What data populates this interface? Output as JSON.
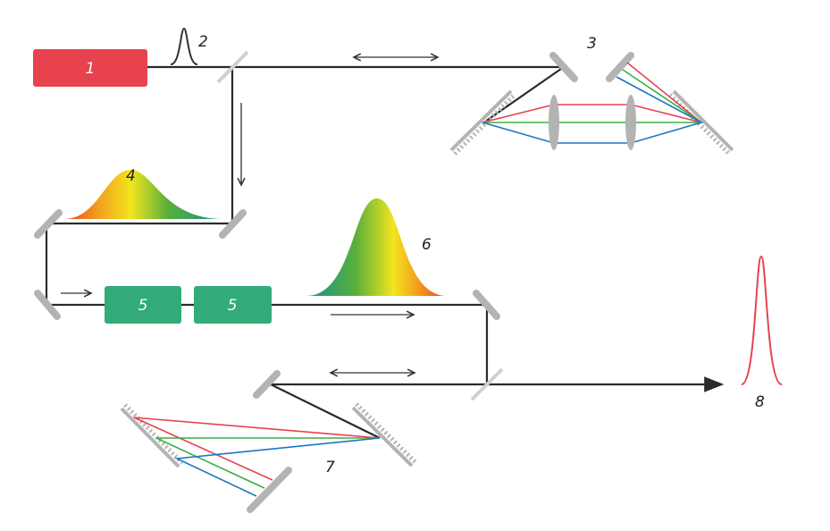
{
  "labels": {
    "laser": "1",
    "pulse": "2",
    "stretcher": "3",
    "stretched_spectrum": "4",
    "amplifier_1": "5",
    "amplifier_2": "5",
    "amplified_spectrum": "6",
    "compressor": "7",
    "output_pulse": "8"
  },
  "colors": {
    "laser": "#e8424f",
    "amplifier": "#33ab7a",
    "red": "#e8424f",
    "green": "#3cb043",
    "blue": "#1f74c4",
    "mirror": "#b3b3b3"
  }
}
